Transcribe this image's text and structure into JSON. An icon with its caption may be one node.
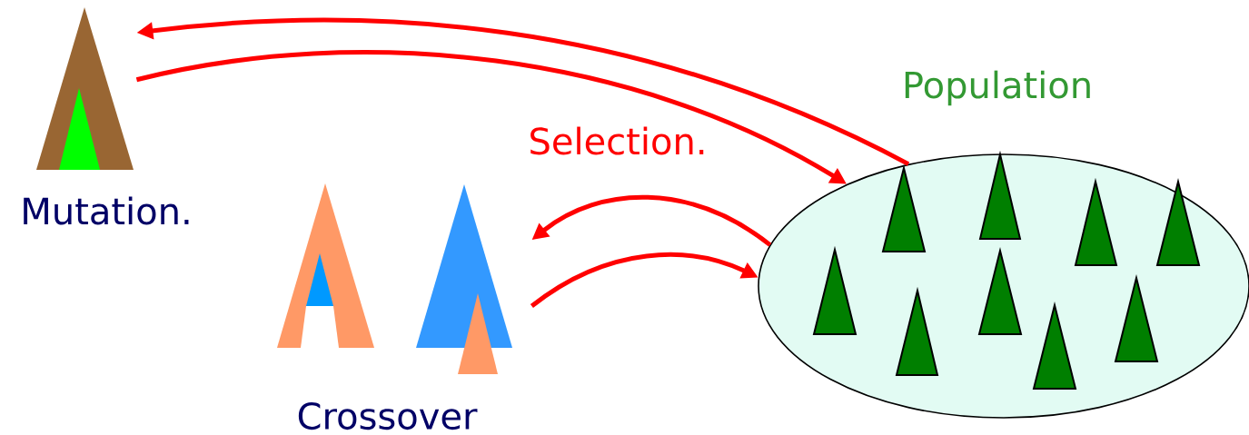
{
  "diagram": {
    "nodes": [
      {
        "text": [
          "Mutation."
        ]
      },
      {
        "text": [
          "Crossover"
        ]
      },
      {
        "text": [
          "Population"
        ]
      }
    ],
    "edges": [
      {
        "from": 2,
        "to": 0,
        "arrow": "to"
      },
      {
        "from": 0,
        "to": 2,
        "arrow": "to"
      },
      {
        "from": 2,
        "to": 1,
        "arrow": "to"
      },
      {
        "from": 1,
        "to": 2,
        "arrow": "to"
      }
    ],
    "labels": [
      "Selection."
    ]
  }
}
